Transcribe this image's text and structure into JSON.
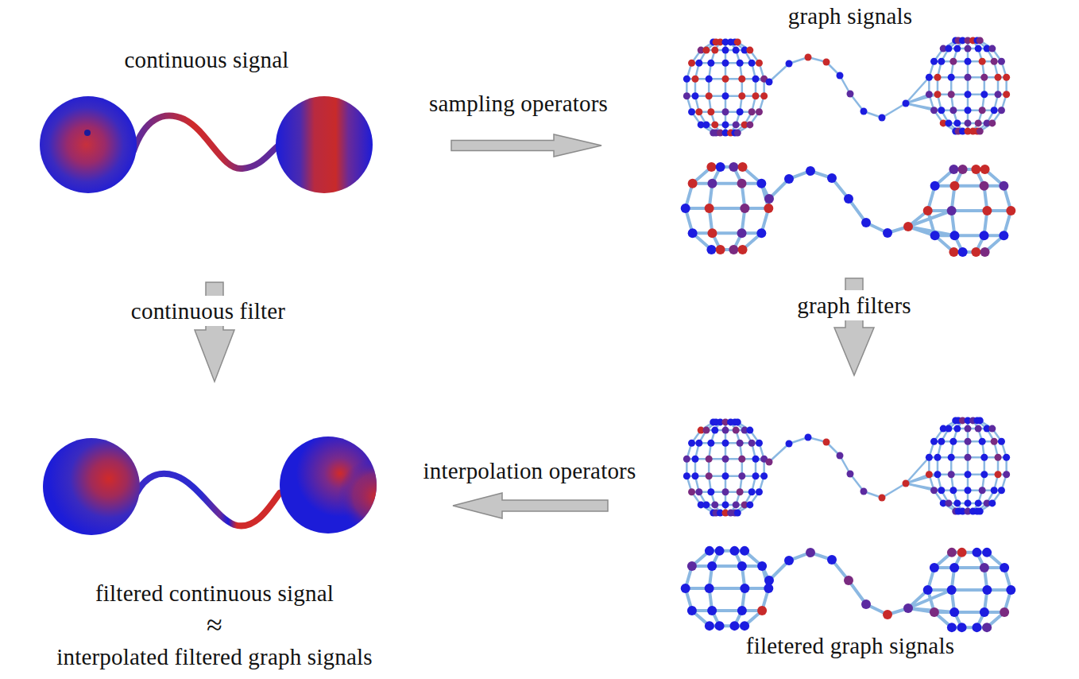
{
  "diagram": {
    "nodes": [
      {
        "text": [
          "continuous signal"
        ]
      },
      {
        "text": [
          "graph signals"
        ]
      },
      {
        "text": [
          "filtered continuous signal",
          "≈",
          "interpolated filtered graph signals"
        ]
      },
      {
        "text": [
          "filetered graph signals"
        ]
      }
    ],
    "edges": [
      {
        "from": 0,
        "to": 1,
        "arrow": "to",
        "label": "sampling operators"
      },
      {
        "from": 0,
        "to": 2,
        "arrow": "to",
        "label": "continuous filter"
      },
      {
        "from": 1,
        "to": 3,
        "arrow": "to",
        "label": "graph filters"
      },
      {
        "from": 3,
        "to": 2,
        "arrow": "to",
        "label": "interpolation operators"
      }
    ]
  }
}
